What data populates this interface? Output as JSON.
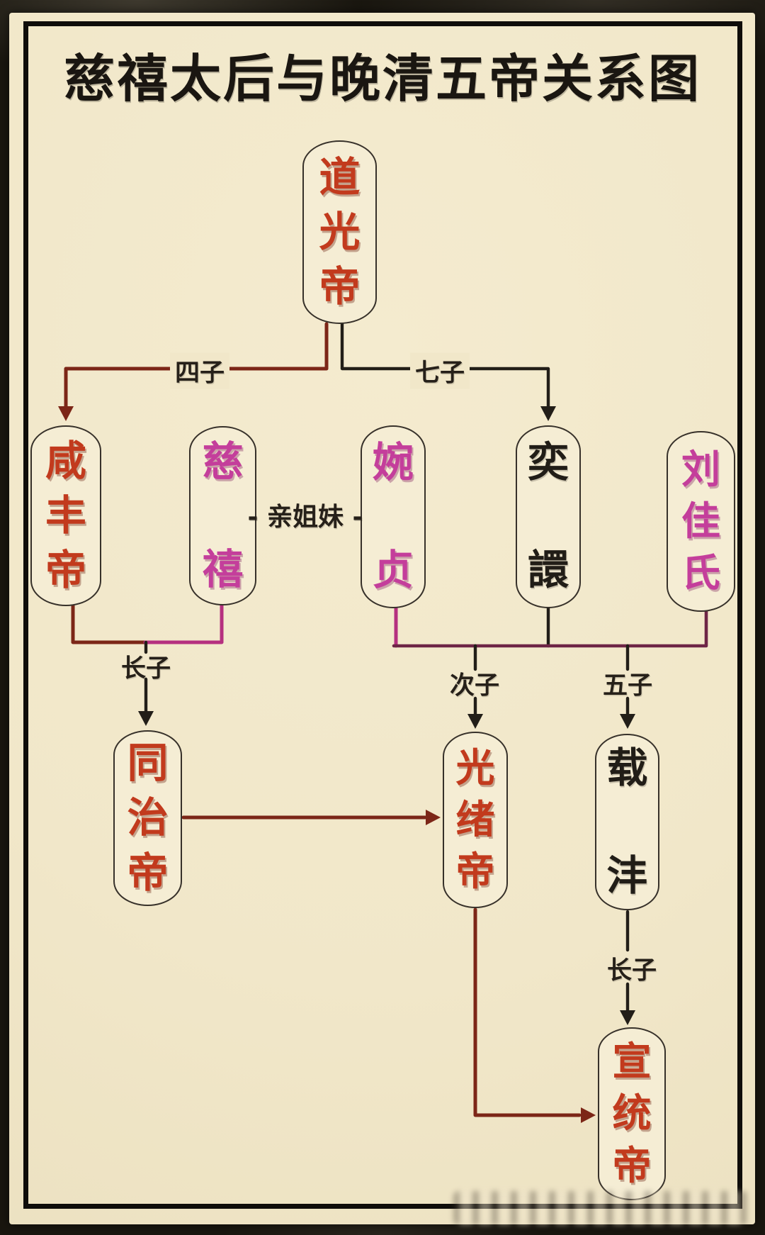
{
  "title": "慈禧太后与晚清五帝关系图",
  "nodes": [
    {
      "id": "daoguang",
      "label": "道光帝",
      "role": "emperor",
      "text_color": "#c23a1d"
    },
    {
      "id": "xianfeng",
      "label": "咸丰帝",
      "role": "emperor",
      "text_color": "#c23a1d"
    },
    {
      "id": "cixi",
      "label": "慈禧",
      "role": "empress-dowager",
      "text_color": "#c43e9b"
    },
    {
      "id": "wanzhen",
      "label": "婉贞",
      "role": "consort",
      "text_color": "#c43e9b"
    },
    {
      "id": "yixuan",
      "label": "奕譞",
      "role": "prince",
      "text_color": "#211d17"
    },
    {
      "id": "liujiashi",
      "label": "刘佳氏",
      "role": "consort",
      "text_color": "#c43e9b"
    },
    {
      "id": "tongzhi",
      "label": "同治帝",
      "role": "emperor",
      "text_color": "#c23a1d"
    },
    {
      "id": "guangxu",
      "label": "光绪帝",
      "role": "emperor",
      "text_color": "#c23a1d"
    },
    {
      "id": "zaifeng",
      "label": "载沣",
      "role": "prince",
      "text_color": "#211d17"
    },
    {
      "id": "xuantong",
      "label": "宣统帝",
      "role": "emperor",
      "text_color": "#c23a1d"
    }
  ],
  "labels": {
    "sizi": "四子",
    "qizi": "七子",
    "qinjiemei": "- 亲姐妹 -",
    "zhangzi_tongzhi": "长子",
    "cizi": "次子",
    "wuzi": "五子",
    "zhangzi_xuantong": "长子"
  },
  "edges": [
    {
      "from": "道光帝",
      "to": "咸丰帝",
      "label": "四子",
      "line_color": "#7c2617",
      "arrow": true
    },
    {
      "from": "道光帝",
      "to": "奕譞",
      "label": "七子",
      "line_color": "#221e18",
      "arrow": true
    },
    {
      "between": [
        "慈禧",
        "婉贞"
      ],
      "label": "亲姐妹",
      "line_color": null
    },
    {
      "from": "咸丰帝 + 慈禧",
      "to": "同治帝",
      "label": "长子",
      "line_color": "#7c2617 / #b5307f",
      "arrow": true
    },
    {
      "from": "奕譞 + 婉贞",
      "to": "光绪帝",
      "label": "次子",
      "line_color": "#221e18",
      "arrow": true
    },
    {
      "from": "奕譞 + 刘佳氏",
      "to": "载沣",
      "label": "五子",
      "line_color": "#221e18",
      "arrow": true
    },
    {
      "from": "同治帝",
      "to": "光绪帝",
      "label": "",
      "line_color": "#7c2617",
      "arrow": true
    },
    {
      "from": "光绪帝",
      "to": "宣统帝",
      "label": "",
      "line_color": "#7c2617",
      "arrow": true
    },
    {
      "from": "载沣",
      "to": "宣统帝",
      "label": "长子",
      "line_color": "#221e18",
      "arrow": true
    }
  ],
  "colors": {
    "paper": "#f1e7c9",
    "outer_background": "#19160f",
    "frame": "#0f0d0a",
    "emperor_red": "#c23a1d",
    "female_magenta": "#c43e9b",
    "ink_black": "#211d17",
    "line_dark_red": "#7c2617",
    "line_magenta": "#b5307f",
    "line_maroon": "#6e2546"
  }
}
